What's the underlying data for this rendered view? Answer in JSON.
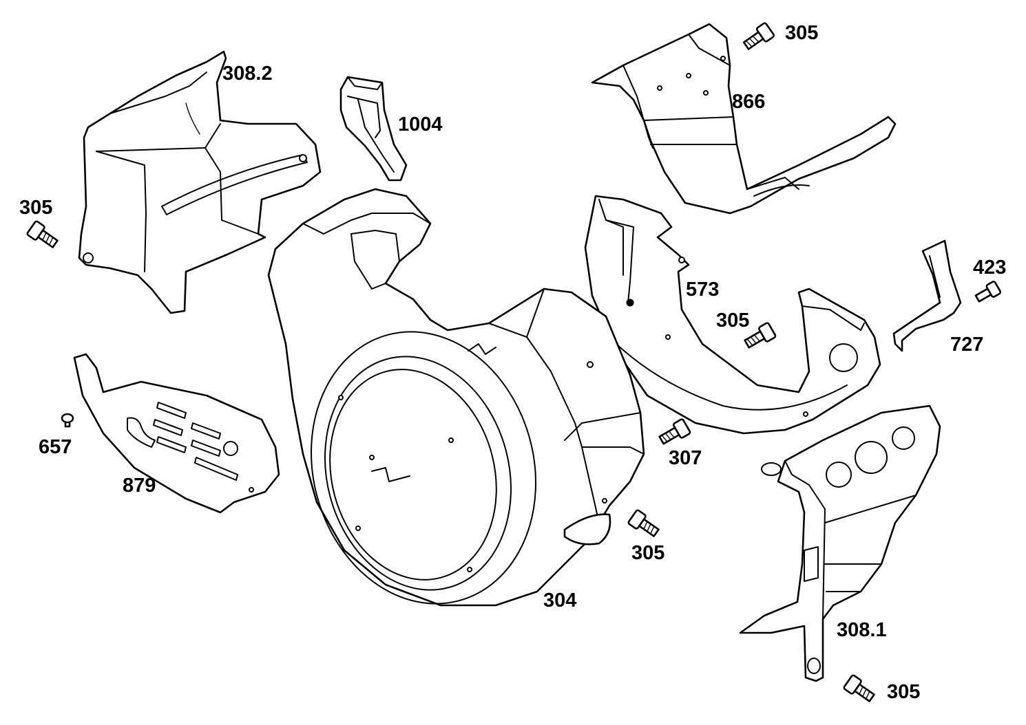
{
  "callouts": [
    {
      "id": "c-308-2",
      "text": "308.2"
    },
    {
      "id": "c-1004",
      "text": "1004"
    },
    {
      "id": "c-305-a",
      "text": "305"
    },
    {
      "id": "c-866",
      "text": "866"
    },
    {
      "id": "c-305-b",
      "text": "305"
    },
    {
      "id": "c-573",
      "text": "573"
    },
    {
      "id": "c-305-c",
      "text": "305"
    },
    {
      "id": "c-423",
      "text": "423"
    },
    {
      "id": "c-727",
      "text": "727"
    },
    {
      "id": "c-657",
      "text": "657"
    },
    {
      "id": "c-879",
      "text": "879"
    },
    {
      "id": "c-307",
      "text": "307"
    },
    {
      "id": "c-305-d",
      "text": "305"
    },
    {
      "id": "c-304",
      "text": "304"
    },
    {
      "id": "c-308-1",
      "text": "308.1"
    },
    {
      "id": "c-305-e",
      "text": "305"
    }
  ]
}
